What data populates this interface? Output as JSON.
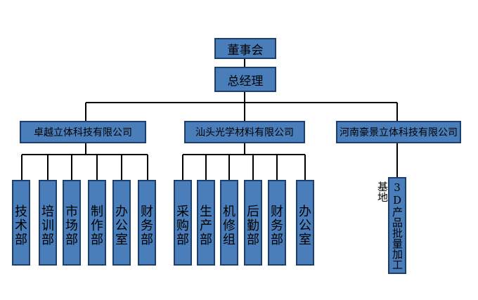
{
  "board": "董事会",
  "ceo": "总经理",
  "companies": [
    {
      "name": "卓越立体科技有限公司",
      "departments": [
        "技术部",
        "培训部",
        "市场部",
        "制作部",
        "办公室",
        "财务部"
      ]
    },
    {
      "name": "汕头光学材料有限公司",
      "departments": [
        "采购部",
        "生产部",
        "机修组",
        "后勤部",
        "财务部",
        "办公室"
      ]
    },
    {
      "name": "河南豪景立体科技有限公司",
      "departments": [
        "3D产品批量加工基地"
      ]
    }
  ],
  "colors": {
    "box_fill": "#4a7ebb",
    "box_border": "#1c3f6e",
    "line": "#000000"
  }
}
